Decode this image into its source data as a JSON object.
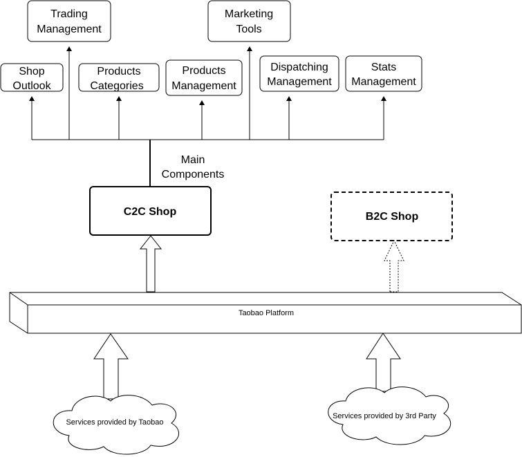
{
  "components": [
    {
      "line1": "Shop",
      "line2": "Outlook"
    },
    {
      "line1": "Trading",
      "line2": "Management"
    },
    {
      "line1": "Products",
      "line2": "Categories"
    },
    {
      "line1": "Products",
      "line2": "Management"
    },
    {
      "line1": "Marketing",
      "line2": "Tools"
    },
    {
      "line1": "Dispatching",
      "line2": "Management"
    },
    {
      "line1": "Stats",
      "line2": "Management"
    }
  ],
  "main_label": {
    "line1": "Main",
    "line2": "Components"
  },
  "c2c_shop": "C2C Shop",
  "b2c_shop": "B2C Shop",
  "platform": "Taobao Platform",
  "cloud_taobao": "Services provided by Taobao",
  "cloud_third_party": "Services provided by 3rd Party"
}
